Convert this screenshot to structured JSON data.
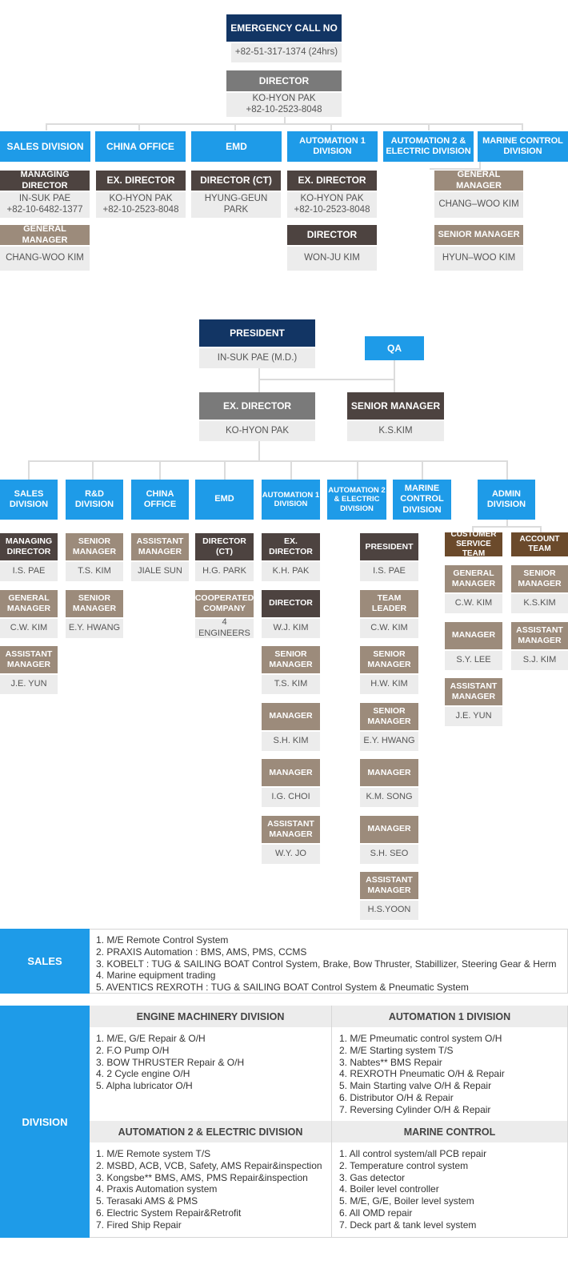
{
  "chart1": {
    "emergency_title": "EMERGENCY CALL NO",
    "emergency_number": "+82-51-317-1374 (24hrs)",
    "director_title": "DIRECTOR",
    "director_name": "KO-HYON PAK\n+82-10-2523-8048",
    "divisions": [
      {
        "name": "SALES DIVISION"
      },
      {
        "name": "CHINA OFFICE"
      },
      {
        "name": "EMD"
      },
      {
        "name": "AUTOMATION 1\nDIVISION"
      },
      {
        "name": "AUTOMATION 2 &\nELECTRIC DIVISION"
      },
      {
        "name": "MARINE CONTROL\nDIVISION"
      }
    ],
    "sales": [
      {
        "title": "MANAGING DIRECTOR",
        "name": "IN-SUK PAE\n+82-10-6482-1377"
      },
      {
        "title": "GENERAL MANAGER",
        "name": "CHANG-WOO KIM"
      }
    ],
    "china": [
      {
        "title": "EX. DIRECTOR",
        "name": "KO-HYON PAK\n+82-10-2523-8048"
      }
    ],
    "emd": [
      {
        "title": "DIRECTOR (CT)",
        "name": "HYUNG-GEUN PARK"
      }
    ],
    "auto1": [
      {
        "title": "EX. DIRECTOR",
        "name": "KO-HYON PAK\n+82-10-2523-8048"
      },
      {
        "title": "DIRECTOR",
        "name": "WON-JU KIM"
      }
    ],
    "auto2": [
      {
        "title": "GENERAL MANAGER",
        "name": "CHANG–WOO KIM"
      },
      {
        "title": "SENIOR MANAGER",
        "name": "HYUN–WOO KIM"
      }
    ]
  },
  "chart2": {
    "president_title": "PRESIDENT",
    "president_name": "IN-SUK PAE (M.D.)",
    "qa": "QA",
    "exdir_title": "EX.  DIRECTOR",
    "exdir_name": "KO-HYON PAK",
    "senior_title": "SENIOR MANAGER",
    "senior_name": "K.S.KIM",
    "divisions": [
      "SALES\nDIVISION",
      "R&D\nDIVISION",
      "CHINA\nOFFICE",
      "EMD",
      "AUTOMATION 1\nDIVISION",
      "AUTOMATION 2\n& ELECTRIC\nDIVISION",
      "MARINE\nCONTROL\nDIVISION",
      "ADMIN\nDIVISION"
    ],
    "sales": [
      {
        "title": "MANAGING\nDIRECTOR",
        "name": "I.S. PAE"
      },
      {
        "title": "GENERAL\nMANAGER",
        "name": "C.W. KIM"
      },
      {
        "title": "ASSISTANT\nMANAGER",
        "name": "J.E. YUN"
      }
    ],
    "rnd": [
      {
        "title": "SENIOR\nMANAGER",
        "name": "T.S. KIM"
      },
      {
        "title": "SENIOR\nMANAGER",
        "name": "E.Y. HWANG"
      }
    ],
    "china": [
      {
        "title": "ASSISTANT\nMANAGER",
        "name": "JIALE SUN"
      }
    ],
    "emd": [
      {
        "title": "DIRECTOR (CT)",
        "name": "H.G. PARK"
      },
      {
        "title": "COOPERATED\nCOMPANY",
        "name": "4 ENGINEERS"
      }
    ],
    "auto1": [
      {
        "title": "EX. DIRECTOR",
        "name": "K.H. PAK"
      },
      {
        "title": "DIRECTOR",
        "name": "W.J. KIM"
      },
      {
        "title": "SENIOR\nMANAGER",
        "name": "T.S. KIM"
      },
      {
        "title": "MANAGER",
        "name": "S.H. KIM"
      },
      {
        "title": "MANAGER",
        "name": "I.G. CHOI"
      },
      {
        "title": "ASSISTANT\nMANAGER",
        "name": "W.Y. JO"
      }
    ],
    "marine": [
      {
        "title": "PRESIDENT",
        "name": "I.S. PAE"
      },
      {
        "title": "TEAM\nLEADER",
        "name": "C.W. KIM"
      },
      {
        "title": "SENIOR\nMANAGER",
        "name": "H.W. KIM"
      },
      {
        "title": "SENIOR\nMANAGER",
        "name": "E.Y. HWANG"
      },
      {
        "title": "MANAGER",
        "name": "K.M. SONG"
      },
      {
        "title": "MANAGER",
        "name": "S.H. SEO"
      },
      {
        "title": "ASSISTANT\nMANAGER",
        "name": "H.S.YOON"
      }
    ],
    "cs_team": "CUSTOMER\nSERVICE TEAM",
    "account_team": "ACCOUNT\nTEAM",
    "cs": [
      {
        "title": "GENERAL\nMANAGER",
        "name": "C.W. KIM"
      },
      {
        "title": "MANAGER",
        "name": "S.Y. LEE"
      },
      {
        "title": "ASSISTANT\nMANAGER",
        "name": "J.E. YUN"
      }
    ],
    "account": [
      {
        "title": "SENIOR\nMANAGER",
        "name": "K.S.KIM"
      },
      {
        "title": "ASSISTANT\nMANAGER",
        "name": "S.J. KIM"
      }
    ]
  },
  "sales_table": {
    "label": "SALES",
    "items": [
      "1. M/E Remote Control System",
      "2. PRAXIS Automation : BMS, AMS, PMS, CCMS",
      "3. KOBELT : TUG & SAILING BOAT Control System, Brake, Bow Thruster, Stabillizer, Steering Gear & Herm",
      "4. Marine equipment trading",
      "5. AVENTICS REXROTH : TUG & SAILING BOAT Control System & Pneumatic System"
    ]
  },
  "division_table": {
    "label": "DIVISION",
    "engine": {
      "title": "ENGINE MACHINERY DIVISION",
      "items": [
        "1. M/E, G/E Repair & O/H",
        "2. F.O Pump O/H",
        "3. BOW THRUSTER Repair & O/H",
        "4. 2 Cycle engine O/H",
        "5. Alpha lubricator O/H"
      ]
    },
    "auto1": {
      "title": "AUTOMATION 1 DIVISION",
      "items": [
        "1. M/E Pmeumatic control system O/H",
        "2. M/E Starting system T/S",
        "3. Nabtes** BMS Repair",
        "4. REXROTH Pneumatic O/H & Repair",
        "5. Main Starting valve O/H & Repair",
        "6. Distributor O/H & Repair",
        "7. Reversing Cylinder O/H & Repair"
      ]
    },
    "auto2": {
      "title": "AUTOMATION 2 & ELECTRIC DIVISION",
      "items": [
        "1. M/E Remote system T/S",
        "2. MSBD, ACB, VCB, Safety, AMS Repair&inspection",
        "3. Kongsbe** BMS, AMS, PMS Repair&inspection",
        "4. Praxis Automation system",
        "5. Terasaki AMS & PMS",
        "6. Electric System Repair&Retrofit",
        "7. Fired Ship Repair"
      ]
    },
    "marine": {
      "title": "MARINE CONTROL",
      "items": [
        "1. All control system/all PCB repair",
        "2. Temperature control system",
        "3. Gas detector",
        "4. Boiler level controller",
        "5. M/E, G/E, Boiler level system",
        "6. All OMD repair",
        "7. Deck part & tank level system"
      ]
    }
  }
}
